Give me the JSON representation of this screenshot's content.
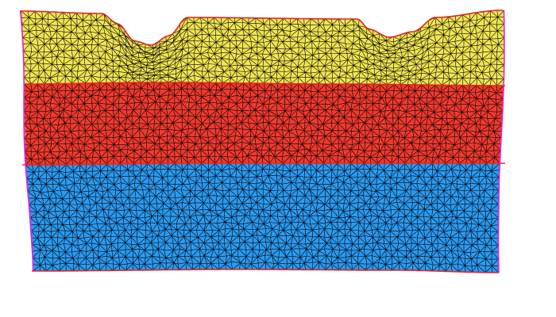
{
  "figure": {
    "kind": "triangulated finite-element mesh of layered cross-section",
    "background": "#ffffff",
    "layers": [
      {
        "name": "top-layer",
        "fill": "#f0e552"
      },
      {
        "name": "middle-layer",
        "fill": "#f03a2e"
      },
      {
        "name": "bottom-layer",
        "fill": "#2b9af0"
      }
    ],
    "mesh_line_color": "#000000",
    "interface_color": "#e8231f",
    "side_boundary_color": "#e81fe0"
  }
}
